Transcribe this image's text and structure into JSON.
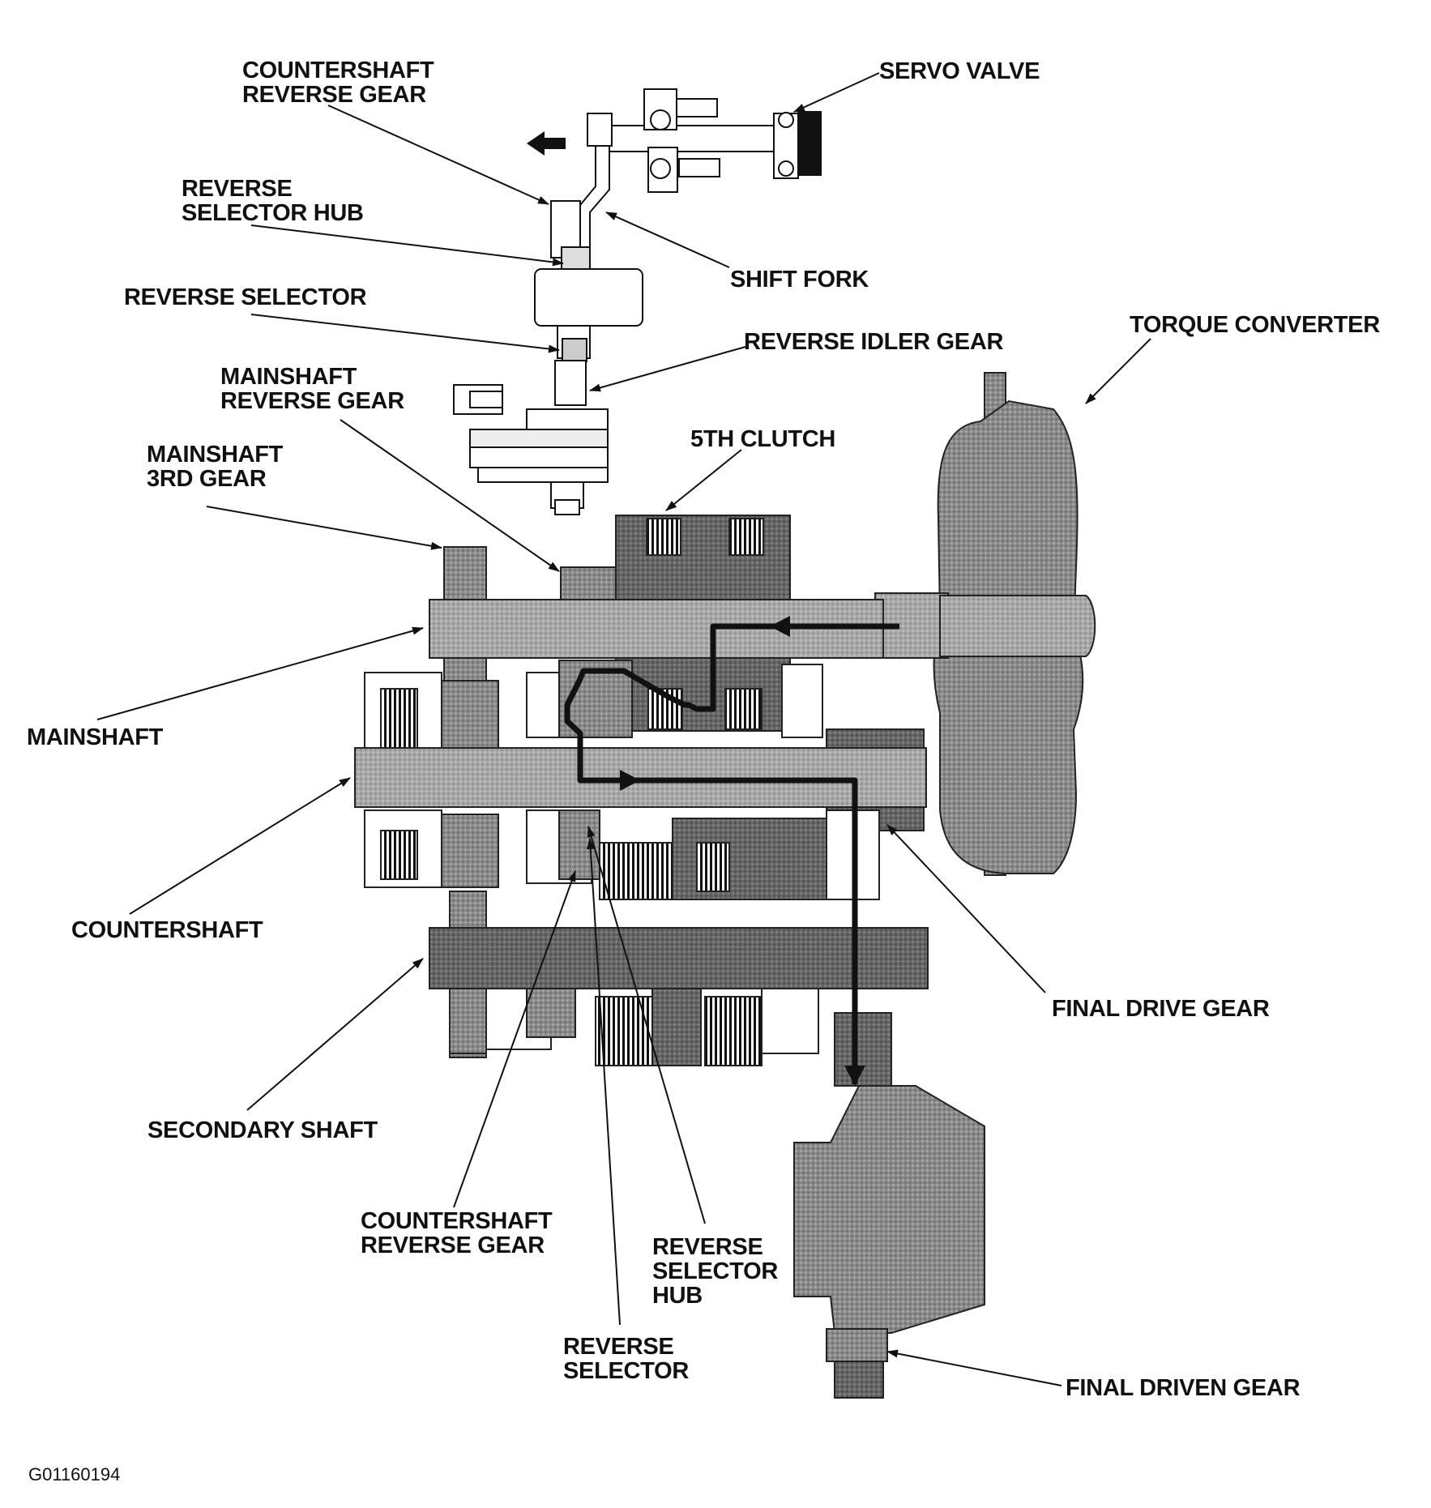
{
  "labels": {
    "countershaft_reverse_gear_top": "COUNTERSHAFT\nREVERSE GEAR",
    "servo_valve": "SERVO VALVE",
    "reverse_selector_hub_top": "REVERSE\nSELECTOR HUB",
    "shift_fork": "SHIFT FORK",
    "reverse_selector_top": "REVERSE SELECTOR",
    "reverse_idler_gear": "REVERSE IDLER GEAR",
    "torque_converter": "TORQUE CONVERTER",
    "mainshaft_reverse_gear": "MAINSHAFT\nREVERSE GEAR",
    "fifth_clutch": "5TH CLUTCH",
    "mainshaft_3rd_gear": "MAINSHAFT\n3RD GEAR",
    "mainshaft": "MAINSHAFT",
    "countershaft": "COUNTERSHAFT",
    "final_drive_gear": "FINAL DRIVE GEAR",
    "secondary_shaft": "SECONDARY SHAFT",
    "countershaft_reverse_gear_bottom": "COUNTERSHAFT\nREVERSE GEAR",
    "reverse_selector_hub_bottom": "REVERSE\nSELECTOR\nHUB",
    "reverse_selector_bottom": "REVERSE\nSELECTOR",
    "final_driven_gear": "FINAL DRIVEN GEAR"
  },
  "figure_code": "G01160194",
  "colors": {
    "ink": "#111111",
    "metal": "#7d7d7d",
    "shaft": "#9a9a9a",
    "light_metal": "#b9b9b9"
  }
}
